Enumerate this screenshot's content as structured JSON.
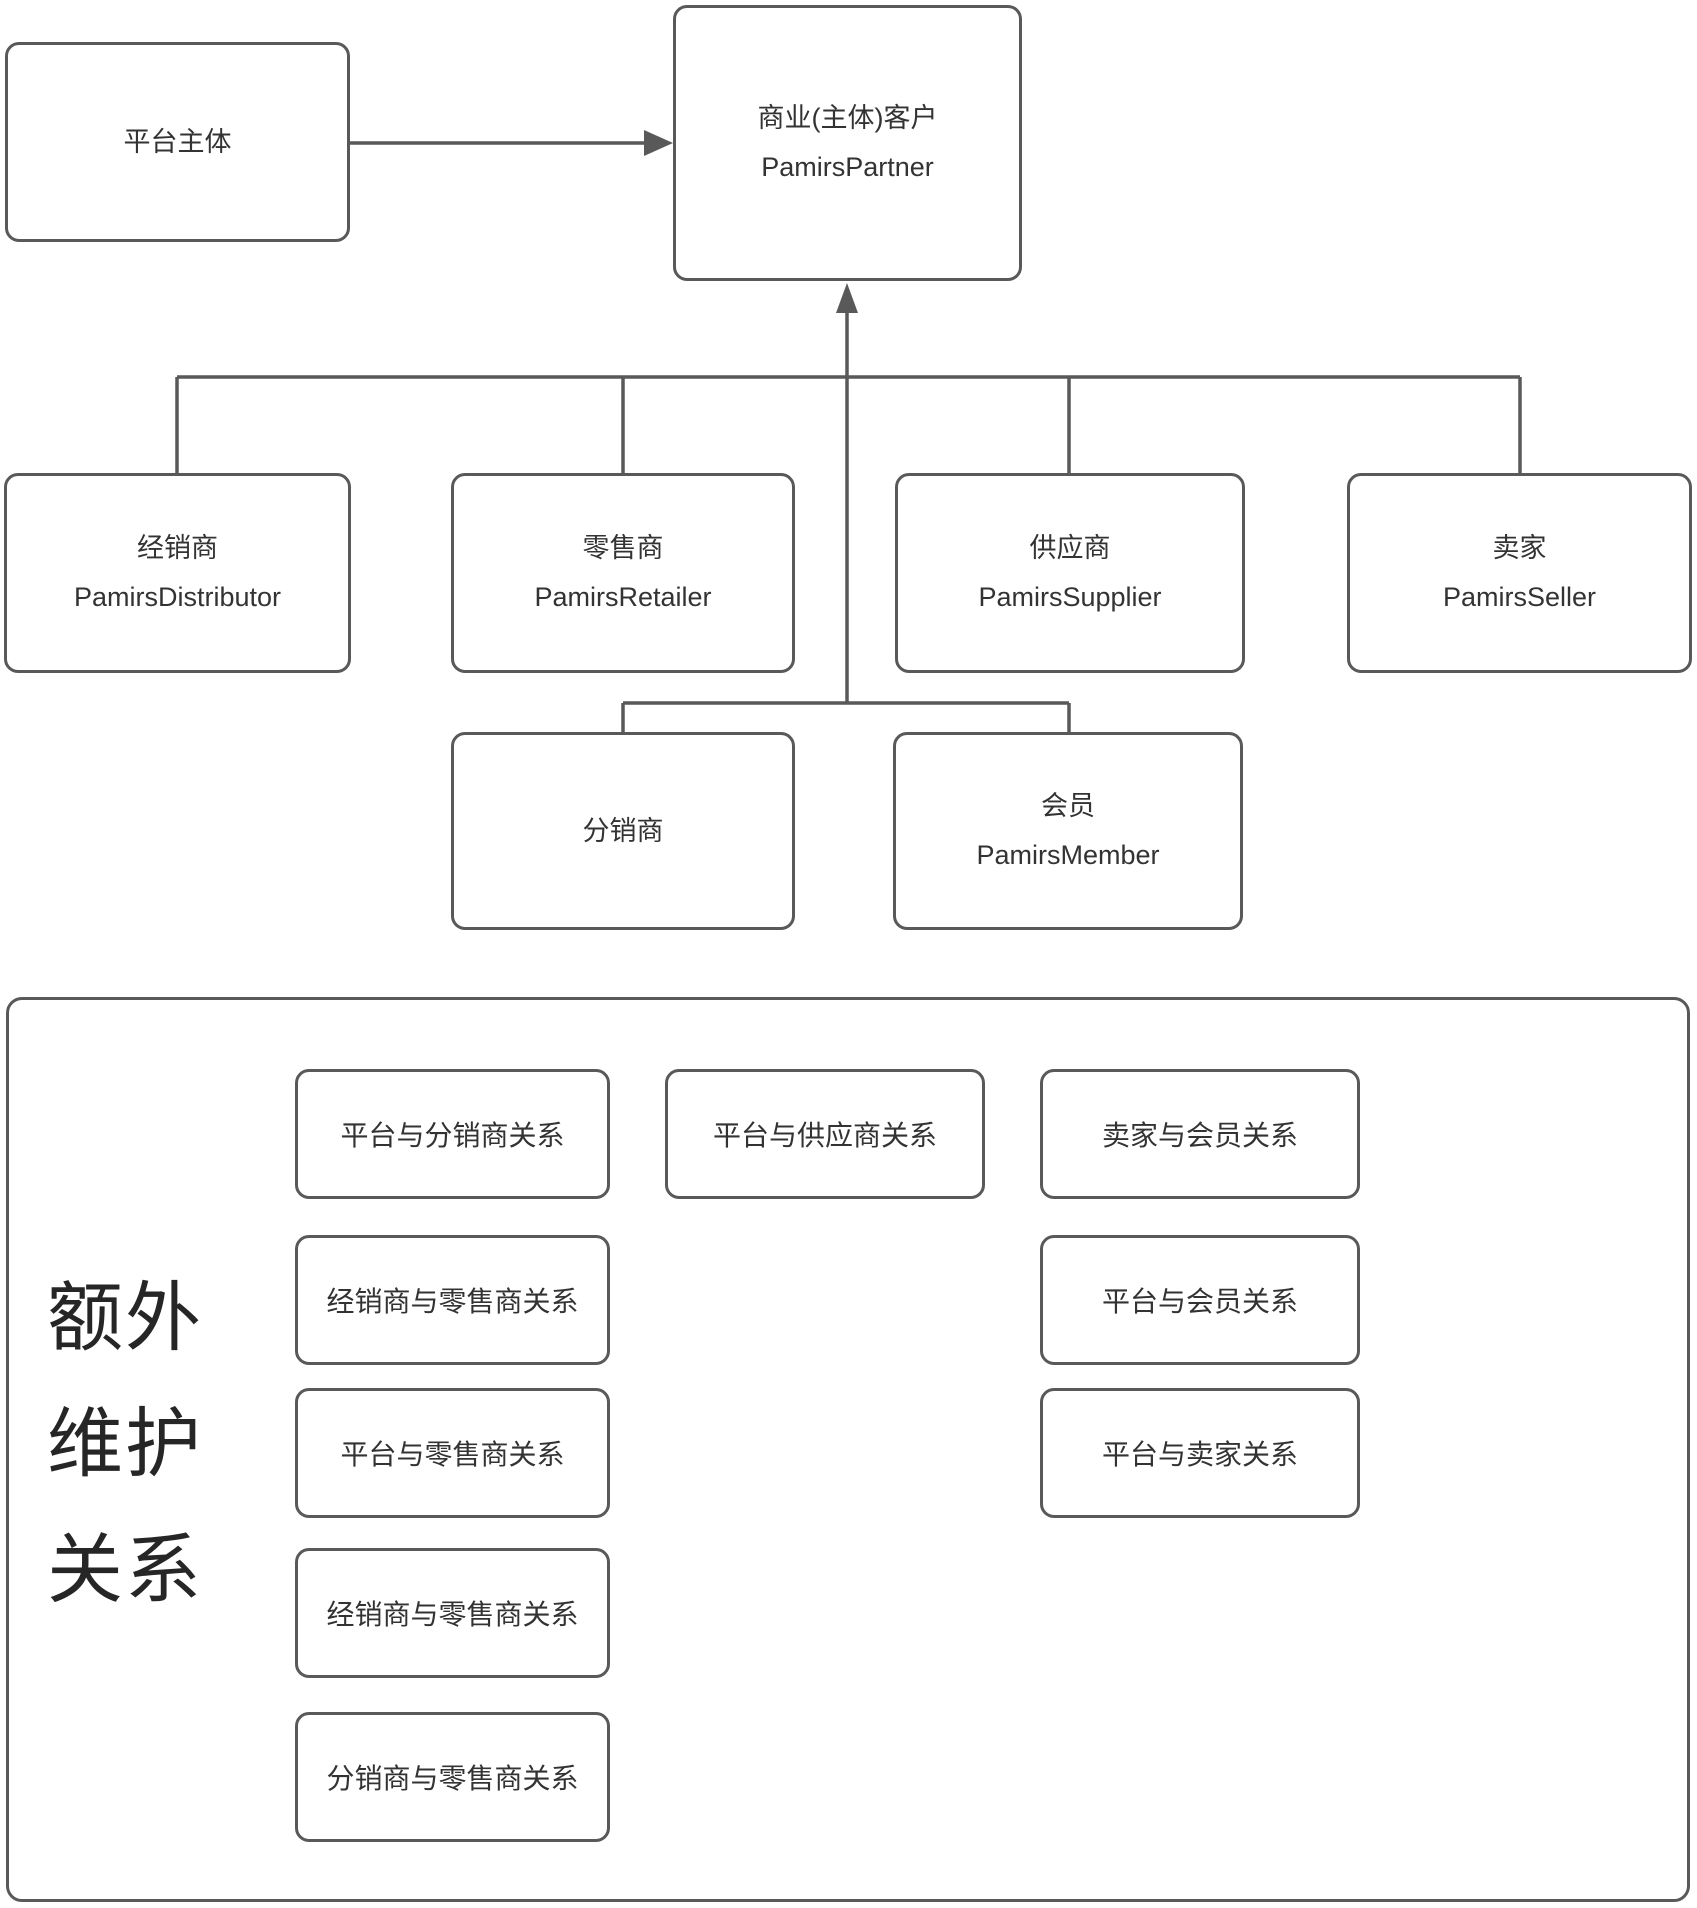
{
  "diagram": {
    "platform": {
      "label": "平台主体"
    },
    "partner": {
      "line1": "商业(主体)客户",
      "line2": "PamirsPartner"
    },
    "level1": [
      {
        "zh": "经销商",
        "en": "PamirsDistributor"
      },
      {
        "zh": "零售商",
        "en": "PamirsRetailer"
      },
      {
        "zh": "供应商",
        "en": "PamirsSupplier"
      },
      {
        "zh": "卖家",
        "en": "PamirsSeller"
      }
    ],
    "level2": [
      {
        "zh": "分销商",
        "en": ""
      },
      {
        "zh": "会员",
        "en": "PamirsMember"
      }
    ],
    "extra": {
      "label_lines": [
        "额外",
        "维护",
        "关系"
      ],
      "relations": [
        {
          "label": "平台与分销商关系"
        },
        {
          "label": "平台与供应商关系"
        },
        {
          "label": "卖家与会员关系"
        },
        {
          "label": "经销商与零售商关系"
        },
        {
          "label": "平台与会员关系"
        },
        {
          "label": "平台与零售商关系"
        },
        {
          "label": "平台与卖家关系"
        },
        {
          "label": "经销商与零售商关系"
        },
        {
          "label": "分销商与零售商关系"
        }
      ]
    },
    "colors": {
      "border": "#595959",
      "line": "#595959",
      "text": "#333333",
      "big_label": "#262626",
      "background": "#ffffff"
    }
  }
}
